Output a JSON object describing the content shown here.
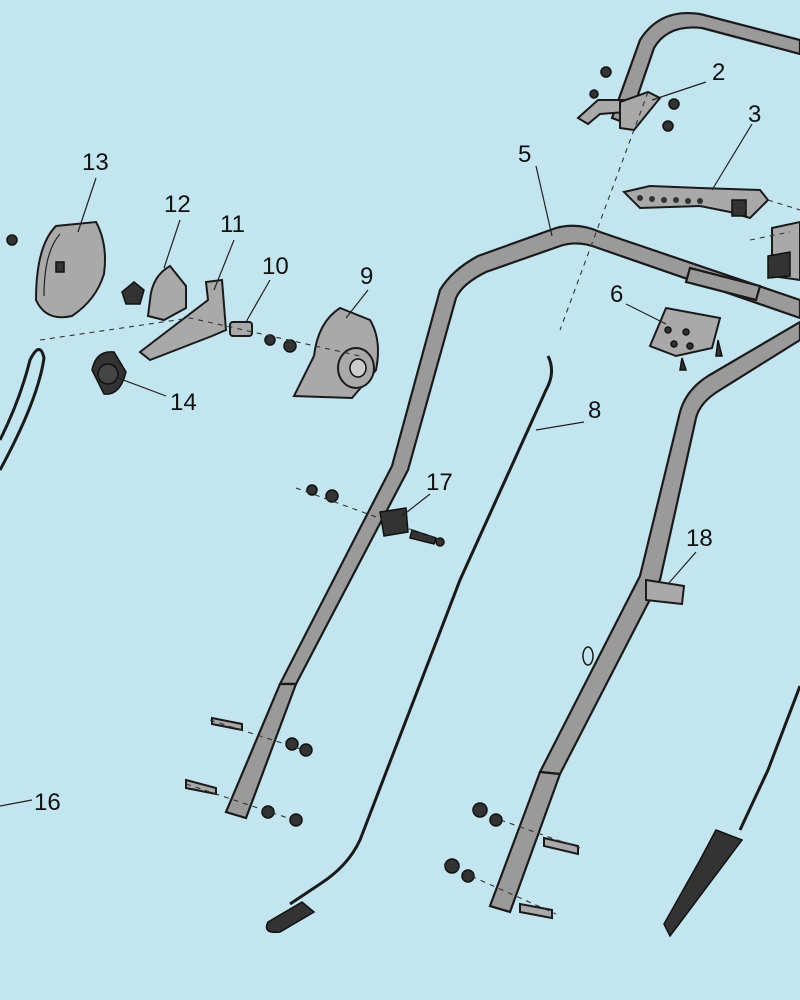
{
  "diagram": {
    "labels": [
      {
        "id": "p2",
        "text": "2"
      },
      {
        "id": "p3",
        "text": "3"
      },
      {
        "id": "p5",
        "text": "5"
      },
      {
        "id": "p6",
        "text": "6"
      },
      {
        "id": "p8",
        "text": "8"
      },
      {
        "id": "p9",
        "text": "9"
      },
      {
        "id": "p10",
        "text": "10"
      },
      {
        "id": "p11",
        "text": "11"
      },
      {
        "id": "p12",
        "text": "12"
      },
      {
        "id": "p13",
        "text": "13"
      },
      {
        "id": "p14",
        "text": "14"
      },
      {
        "id": "p16",
        "text": "16"
      },
      {
        "id": "p17",
        "text": "17"
      },
      {
        "id": "p18",
        "text": "18"
      }
    ],
    "colors": {
      "background": "#c2e5f0",
      "part_fill": "#9a9a9a",
      "outline": "#1a1a1a"
    }
  }
}
